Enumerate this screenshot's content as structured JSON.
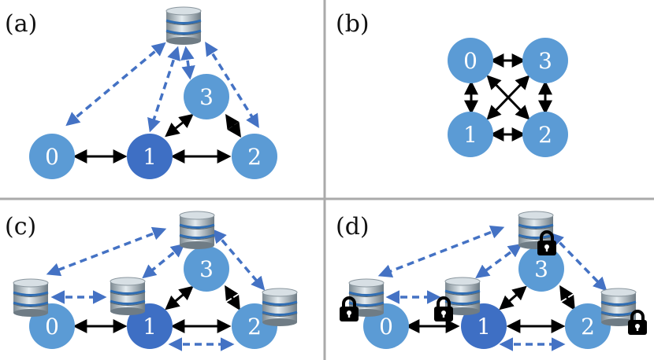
{
  "panels": [
    {
      "label": "(a)"
    },
    {
      "label": "(b)"
    },
    {
      "label": "(c)"
    },
    {
      "label": "(d)"
    }
  ],
  "nodes": {
    "n0": "0",
    "n1": "1",
    "n2": "2",
    "n3": "3"
  },
  "colors": {
    "node": "#5b9bd5",
    "node_highlight": "#3e6fc4",
    "dashed_arrow": "#4472c4",
    "solid_arrow": "#000000",
    "divider": "#aaaaaa",
    "lock": "#000000"
  },
  "icons": [
    "database-icon",
    "lock-icon"
  ]
}
